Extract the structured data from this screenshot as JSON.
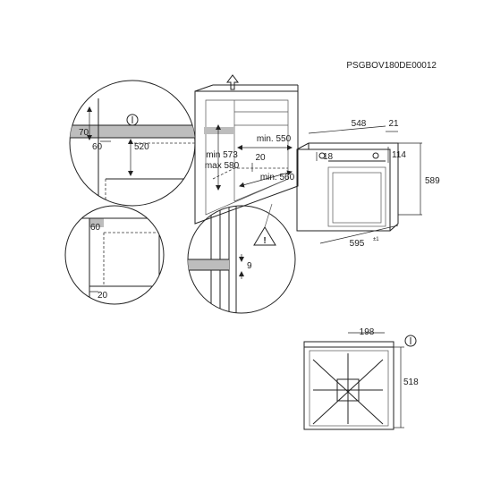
{
  "doc_code": "PSGBOV180DE00012",
  "cabinet": {
    "min_height_label": "min 573",
    "max_height_label": "max 580",
    "min_width_label": "min. 550",
    "min_depth_label": "min. 560",
    "gap_label": "20"
  },
  "detail_top": {
    "d70": "70",
    "d60": "60",
    "d520": "520"
  },
  "detail_bottom": {
    "d60": "60",
    "d20": "20"
  },
  "detail_warning": {
    "d9": "9"
  },
  "oven": {
    "width": "548",
    "front_depth": "21",
    "panel": "18",
    "top": "114",
    "height": "589",
    "front_width": "595",
    "front_tol": "±1"
  },
  "plan": {
    "d198": "198",
    "d518": "518"
  }
}
